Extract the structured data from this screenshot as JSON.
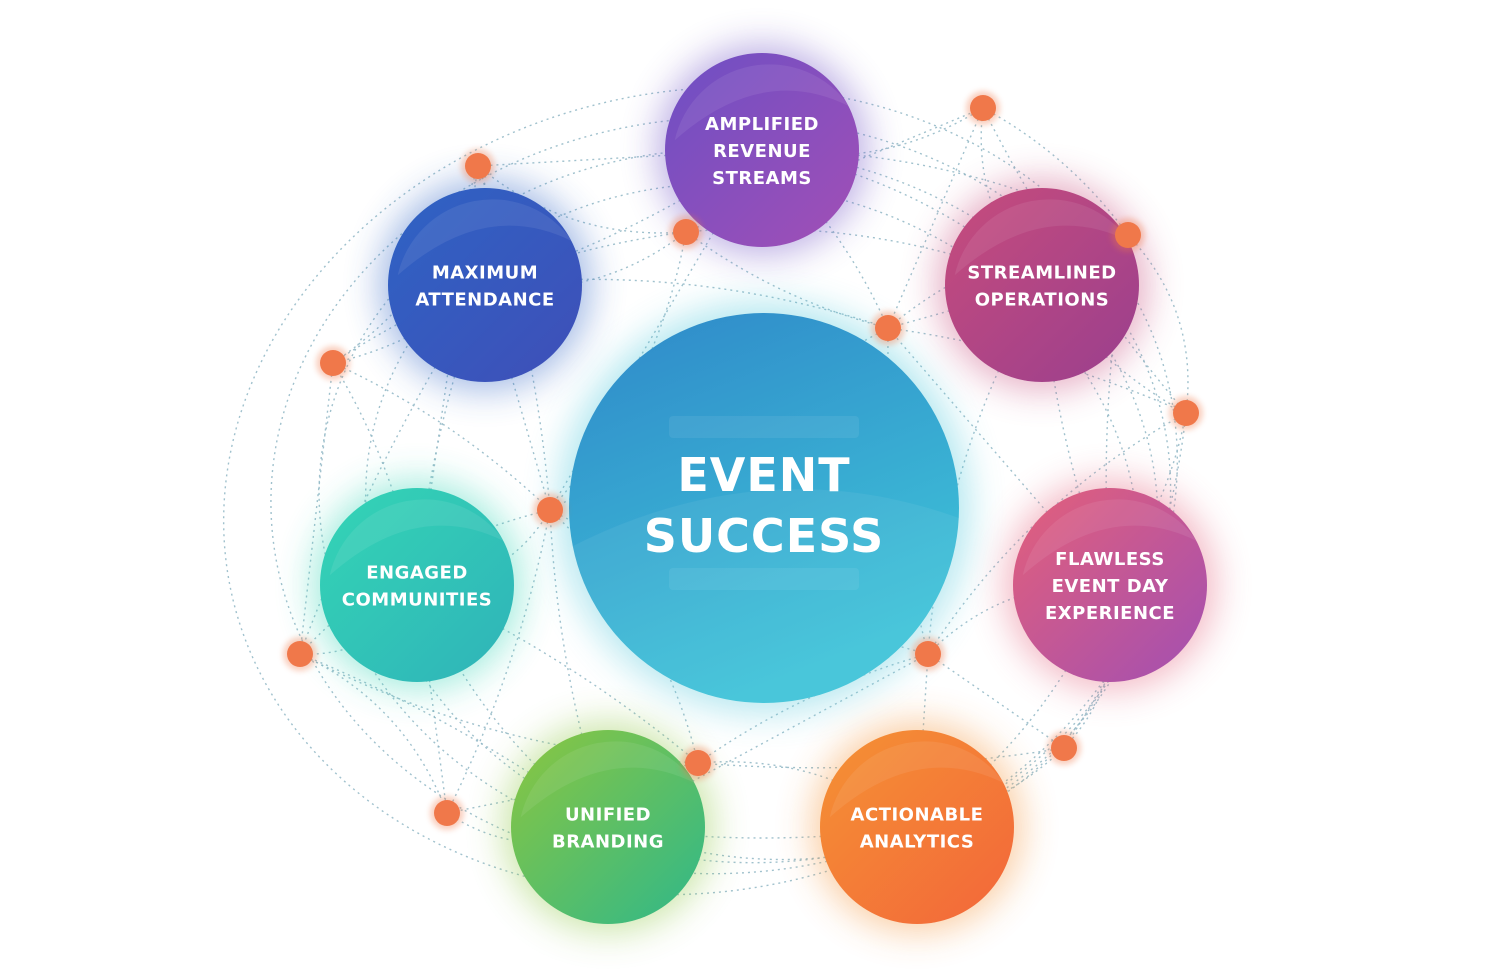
{
  "center": {
    "line1": "EVENT",
    "line2": "SUCCESS",
    "color_top": "#2f88c9",
    "color_bottom": "#3ec3d8"
  },
  "nodes": [
    {
      "id": "amplified-revenue-streams",
      "lines": [
        "AMPLIFIED",
        "REVENUE",
        "STREAMS"
      ],
      "color_a": "#6d4fc4",
      "color_b": "#a24fb6"
    },
    {
      "id": "streamlined-operations",
      "lines": [
        "STREAMLINED",
        "OPERATIONS"
      ],
      "color_a": "#c74c7c",
      "color_b": "#9a3f8e"
    },
    {
      "id": "flawless-event-day-experience",
      "lines": [
        "FLAWLESS",
        "EVENT DAY",
        "EXPERIENCE"
      ],
      "color_a": "#e4607a",
      "color_b": "#a24fb2"
    },
    {
      "id": "actionable-analytics",
      "lines": [
        "ACTIONABLE",
        "ANALYTICS"
      ],
      "color_a": "#f49234",
      "color_b": "#f3663a"
    },
    {
      "id": "unified-branding",
      "lines": [
        "UNIFIED",
        "BRANDING"
      ],
      "color_a": "#8cc63f",
      "color_b": "#2fb88a"
    },
    {
      "id": "engaged-communities",
      "lines": [
        "ENGAGED",
        "COMMUNITIES"
      ],
      "color_a": "#34d5b5",
      "color_b": "#2fb3b9"
    },
    {
      "id": "maximum-attendance",
      "lines": [
        "MAXIMUM",
        "ATTENDANCE"
      ],
      "color_a": "#2e63c4",
      "color_b": "#3f4fb8"
    }
  ],
  "dot_color": "#f0784a"
}
